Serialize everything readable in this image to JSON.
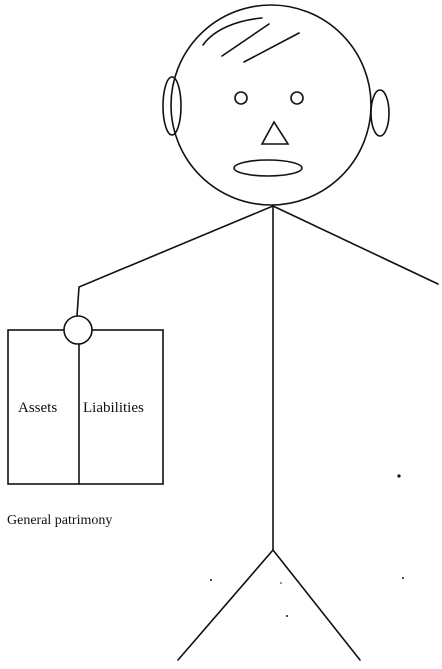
{
  "diagram": {
    "box": {
      "left_label": "Assets",
      "right_label": "Liabilities"
    },
    "caption": "General patrimony"
  }
}
